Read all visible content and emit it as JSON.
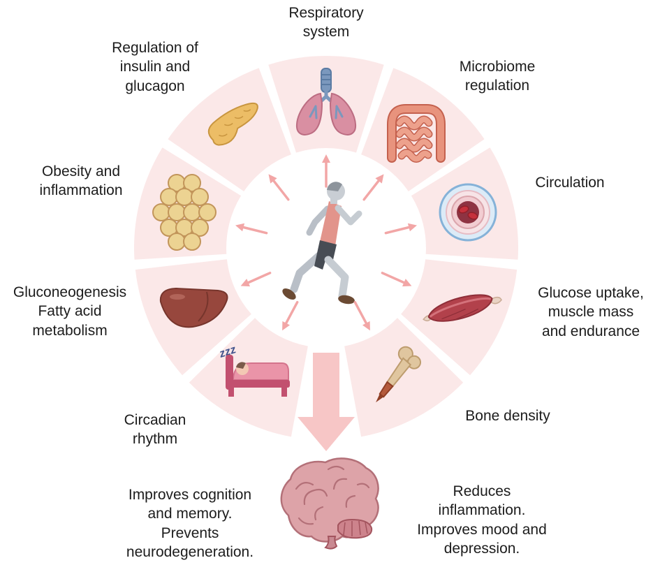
{
  "center_figure": {
    "name": "running person"
  },
  "segments": [
    {
      "id": "respiratory-system",
      "label": "Respiratory\nsystem",
      "icon": "lungs-icon"
    },
    {
      "id": "microbiome-regulation",
      "label": "Microbiome\nregulation",
      "icon": "intestine-icon"
    },
    {
      "id": "circulation",
      "label": "Circulation",
      "icon": "blood-vessel-icon"
    },
    {
      "id": "muscle",
      "label": "Glucose uptake,\nmuscle mass\nand endurance",
      "icon": "muscle-icon"
    },
    {
      "id": "bone-density",
      "label": "Bone density",
      "icon": "bone-icon"
    },
    {
      "id": "circadian-rhythm",
      "label": "Circadian\nrhythm",
      "icon": "bed-sleep-icon"
    },
    {
      "id": "liver-metabolism",
      "label": "Gluconeogenesis\nFatty acid\nmetabolism",
      "icon": "liver-icon"
    },
    {
      "id": "obesity-inflammation",
      "label": "Obesity and\ninflammation",
      "icon": "fat-cells-icon"
    },
    {
      "id": "insulin-glucagon",
      "label": "Regulation of\ninsulin and\nglucagon",
      "icon": "pancreas-icon"
    }
  ],
  "bed_zzz": "zzz",
  "brain_effects": {
    "left": "Improves cognition\nand memory.\nPrevents\nneurodegeneration.",
    "right": "Reduces\ninflammation.\nImproves mood and\ndepression."
  },
  "colors": {
    "ring": "#fbe8e8",
    "small_arrow": "#f2a6a6",
    "big_arrow": "#f7c6c6",
    "text": "#1c1c1c"
  }
}
